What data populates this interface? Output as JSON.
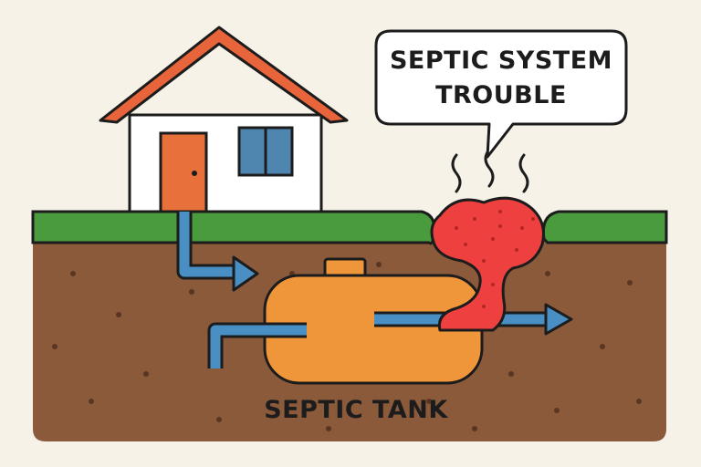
{
  "callout": {
    "line1": "SEPTIC SYSTEM",
    "line2": "TROUBLE"
  },
  "labels": {
    "tank": "SEPTIC TANK"
  },
  "colors": {
    "background": "#f7f2e8",
    "soil": "#8a5a3b",
    "grass": "#4a9a3e",
    "roof": "#e8643a",
    "door": "#e8703a",
    "window": "#4f86b0",
    "tank": "#f0963a",
    "pipe": "#4a8fc4",
    "sewage": "#ef4040",
    "outline": "#1c1c1c"
  },
  "icons": [
    "house-icon",
    "septic-tank-icon",
    "pipe-arrow-icon",
    "sewage-leak-icon",
    "odor-lines-icon"
  ]
}
